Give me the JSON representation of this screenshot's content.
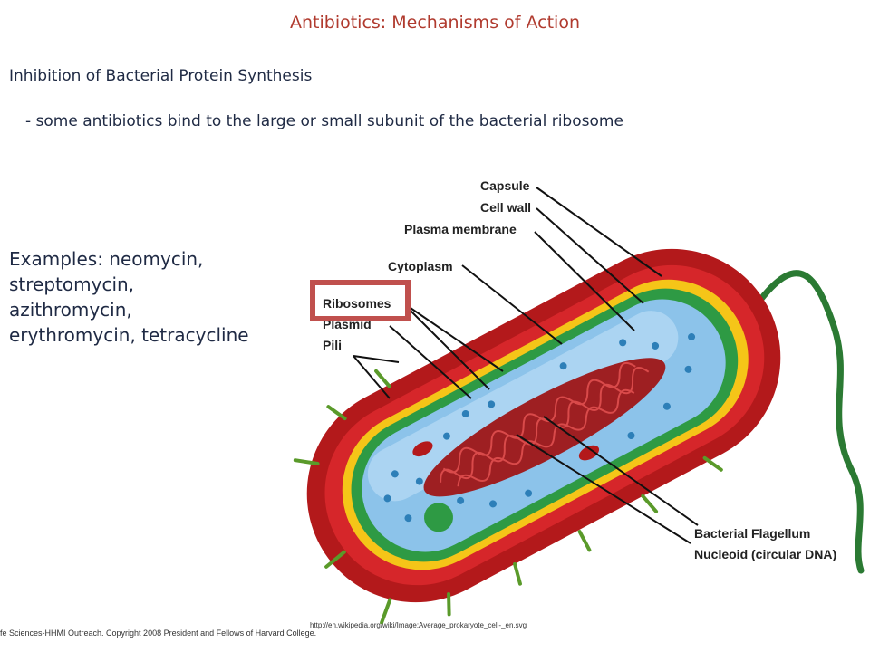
{
  "slide": {
    "title": "Antibiotics: Mechanisms of Action",
    "heading": "Inhibition of Bacterial Protein Synthesis",
    "bullet": "- some antibiotics bind to the large or small subunit of the bacterial ribosome",
    "examples": [
      "Examples: neomycin,",
      "streptomycin,",
      "azithromycin,",
      "erythromycin, tetracycline"
    ]
  },
  "diagram": {
    "labels": {
      "capsule": "Capsule",
      "cell_wall": "Cell wall",
      "plasma_membrane": "Plasma membrane",
      "cytoplasm": "Cytoplasm",
      "ribosomes": "Ribosomes",
      "plasmid": "Plasmid",
      "pili": "Pili",
      "flagellum": "Bacterial Flagellum",
      "nucleoid": "Nucleoid (circular DNA)"
    },
    "highlight_color": "#c0504d",
    "colors": {
      "capsule": "#b3191b",
      "cell_wall": "#f5c518",
      "plasma_membrane": "#2e9a44",
      "cytoplasm": "#8cc3ea",
      "flagellum": "#2b7a33"
    }
  },
  "footer": {
    "credit": "fe Sciences-HHMI Outreach. Copyright 2008 President and Fellows of Harvard College.",
    "source_url": "http://en.wikipedia.org/wiki/Image:Average_prokaryote_cell-_en.svg"
  }
}
